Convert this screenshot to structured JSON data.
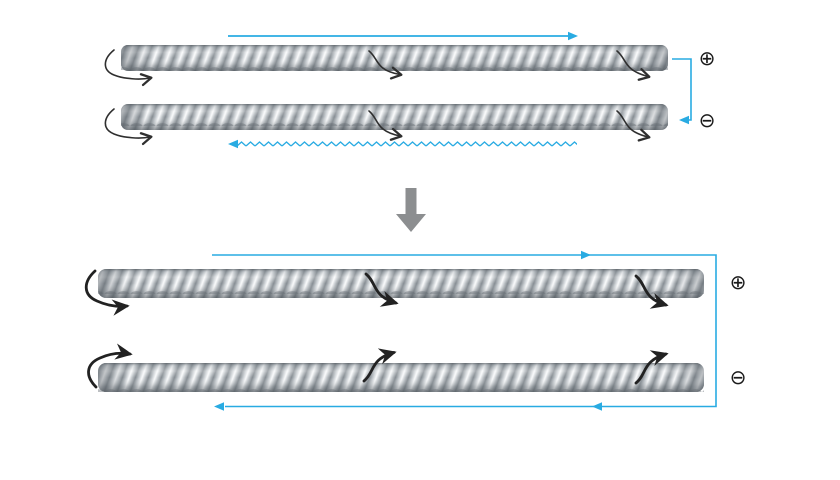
{
  "diagram": {
    "kind": "twisted-fiber flow schematic (before and after transformation)",
    "top_section": {
      "fiber_count": 2,
      "plus_symbol": "⊕",
      "minus_symbol": "⊖",
      "forward_arrow_direction": "right",
      "return_arrow_style": "zigzag",
      "return_arrow_direction": "left"
    },
    "transform_arrow": {
      "direction": "down"
    },
    "bottom_section": {
      "fiber_count": 2,
      "plus_symbol": "⊕",
      "minus_symbol": "⊖",
      "forward_arrow_direction": "right",
      "return_arrow_direction": "left"
    },
    "colors": {
      "flow_blue": "#29abe2",
      "twist_arrow_dark": "#222222",
      "rope_highlight": "#fbfcfd",
      "rope_shadow": "#80878d",
      "transform_arrow_gray": "#8c8e90",
      "terminal_symbol": "#1a1a1a",
      "background": "#ffffff"
    }
  }
}
